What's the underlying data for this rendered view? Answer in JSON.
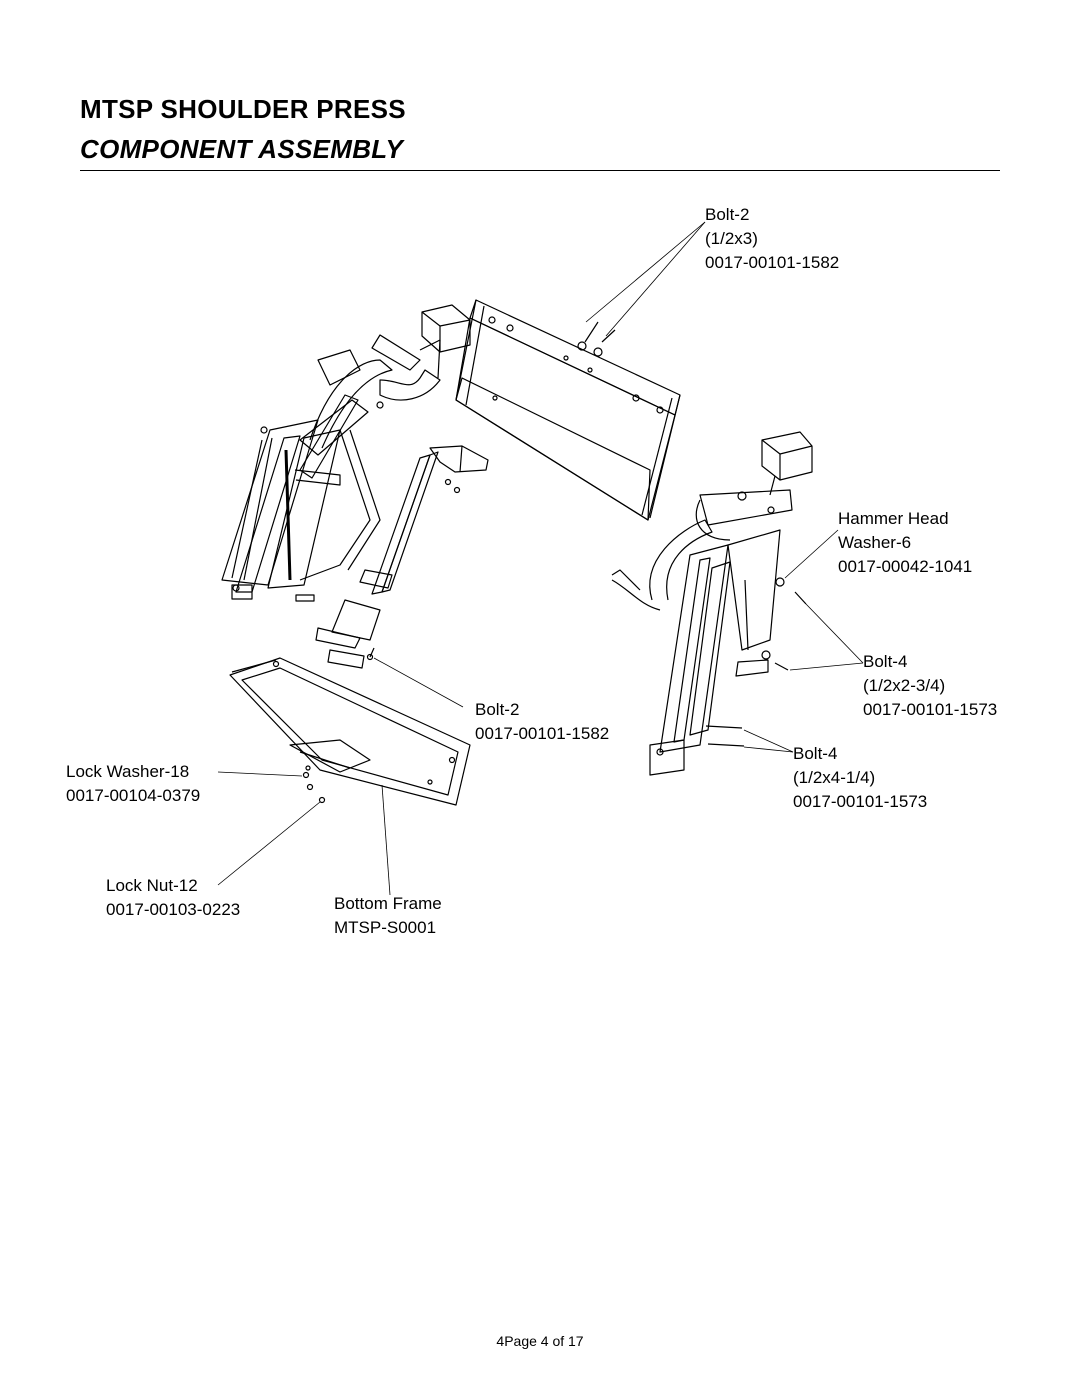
{
  "header": {
    "title": "MTSP SHOULDER PRESS",
    "subtitle": "COMPONENT ASSEMBLY"
  },
  "callouts": {
    "bolt2_top": [
      "Bolt-2",
      "(1/2x3)",
      "0017-00101-1582"
    ],
    "hammer_head_washer": [
      "Hammer Head",
      "Washer-6",
      "0017-00042-1041"
    ],
    "bolt4_right": [
      "Bolt-4",
      "(1/2x2-3/4)",
      "0017-00101-1573"
    ],
    "bolt2_mid": [
      "Bolt-2",
      "0017-00101-1582"
    ],
    "bolt4_lower": [
      "Bolt-4",
      "(1/2x4-1/4)",
      "0017-00101-1573"
    ],
    "lock_washer": [
      "Lock Washer-18",
      "0017-00104-0379"
    ],
    "lock_nut": [
      "Lock Nut-12",
      "0017-00103-0223"
    ],
    "bottom_frame": [
      "Bottom Frame",
      "MTSP-S0001"
    ]
  },
  "footer": {
    "page": "4Page 4 of 17"
  }
}
